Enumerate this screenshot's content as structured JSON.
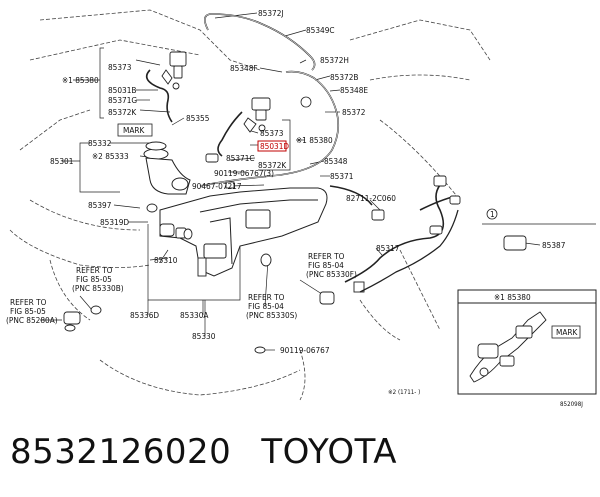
{
  "labels": {
    "p85372J": "85372J",
    "p85349C": "85349C",
    "p85373": "85373",
    "p85372H": "85372H",
    "p85380_ref": "※1 85380",
    "p85348F": "85348F",
    "p85372B": "85372B",
    "p85031B": "85031B",
    "p85348E": "85348E",
    "p85371G": "85371G",
    "p85372K": "85372K",
    "p85355": "85355",
    "p85372": "85372",
    "mark": "MARK",
    "p85373_b": "85373",
    "p85380_b": "※1 85380",
    "p85332": "85332",
    "p85031D": "85031D",
    "p85333": "※2 85333",
    "p85301": "85301",
    "p85371C": "85371C",
    "p85348": "85348",
    "p85372K_b": "85372K",
    "p90119_06767_3": "90119-06767(3)",
    "p85371": "85371",
    "p90467_07217": "90467-07217",
    "p85397": "85397",
    "p82711_2C060": "82711-2C060",
    "p85319D": "85319D",
    "p85317": "85317",
    "p85387": "85387",
    "p85310": "85310",
    "refer_fig_1": "REFER TO",
    "refer_fig_1b": "FIG 85-05",
    "refer_fig_1c": "(PNC 85330B)",
    "refer_fig_2": "REFER TO",
    "refer_fig_2b": "FIG 85-04",
    "refer_fig_2c": "(PNC 85330F)",
    "refer_fig_3": "REFER TO",
    "refer_fig_3b": "FIG 85-05",
    "refer_fig_3c": "(PNC 85280A)",
    "refer_fig_4": "REFER TO",
    "refer_fig_4b": "FIG 85-04",
    "refer_fig_4c": "(PNC 85330S)",
    "p85336D": "85336D",
    "p85330A": "85330A",
    "p85330": "85330",
    "p90119_06767": "90119-06767",
    "inset_85380": "※1 85380",
    "inset_mark": "MARK",
    "note_circle": "1",
    "footnote": "※2 (1711-     )",
    "diagram_code": "852098J"
  },
  "caption": {
    "part_number": "8532126020",
    "brand": "TOYOTA"
  },
  "colors": {
    "line": "#222222",
    "highlight": "#c00000",
    "background": "#ffffff"
  }
}
